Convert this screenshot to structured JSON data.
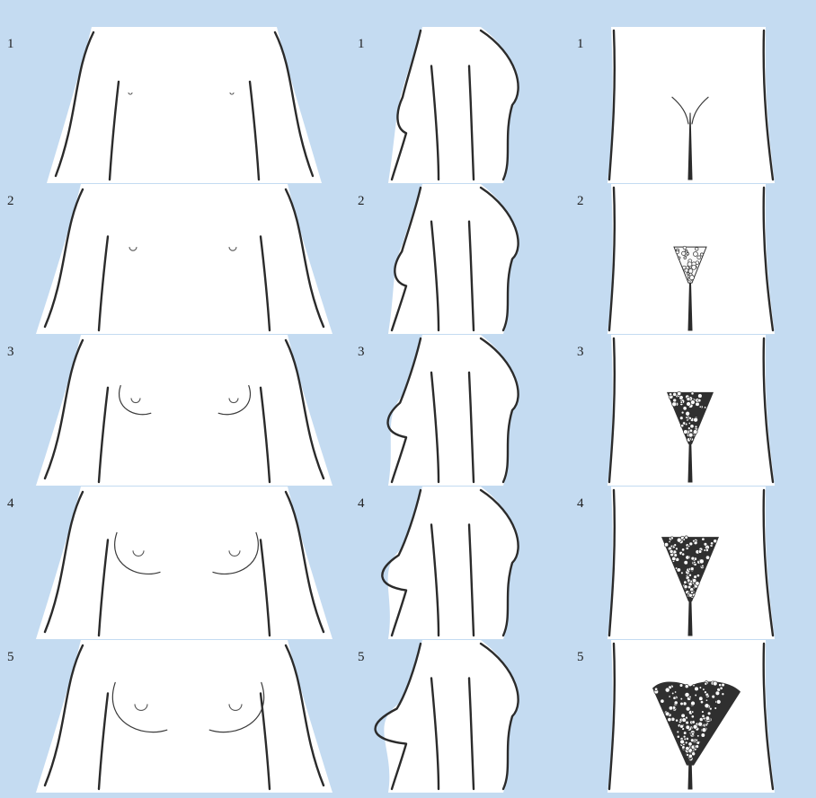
{
  "columns": [
    {
      "id": "breast-front",
      "stages": [
        "1",
        "2",
        "3",
        "4",
        "5"
      ]
    },
    {
      "id": "breast-side",
      "stages": [
        "1",
        "2",
        "3",
        "4",
        "5"
      ]
    },
    {
      "id": "pubic-hair",
      "stages": [
        "1",
        "2",
        "3",
        "4",
        "5"
      ]
    }
  ],
  "colors": {
    "background": "#c4dbf1",
    "panel": "#ffffff",
    "line": "#2b2b2b"
  }
}
